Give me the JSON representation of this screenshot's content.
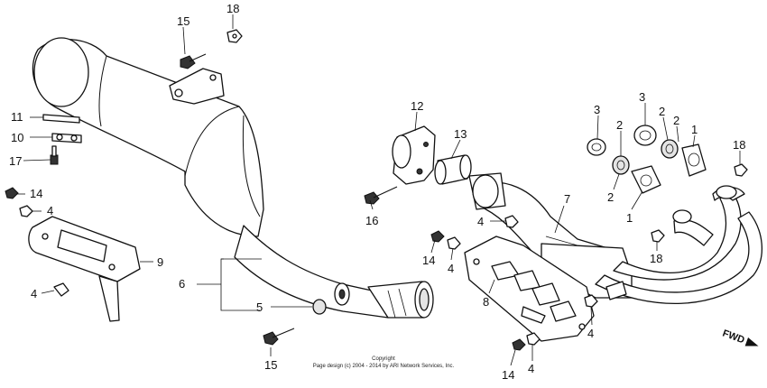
{
  "diagram": {
    "callouts": {
      "c15a": "15",
      "c18a": "18",
      "c11": "11",
      "c10": "10",
      "c17": "17",
      "c14a": "14",
      "c4a": "4",
      "c9": "9",
      "c4b": "4",
      "c6": "6",
      "c5": "5",
      "c15b": "15",
      "c12": "12",
      "c13": "13",
      "c16": "16",
      "c4c": "4",
      "c14b": "14",
      "c4d": "4",
      "c8": "8",
      "c7": "7",
      "c4e": "4",
      "c14c": "14",
      "c4f": "4",
      "c3a": "3",
      "c2a": "2",
      "c2b": "2",
      "c3b": "3",
      "c2c": "2",
      "c2d": "2",
      "c1a": "1",
      "c1b": "1",
      "c18b": "18",
      "c18c": "18"
    },
    "fwd_label": "FWD",
    "copyright_line1": "Copyright",
    "copyright_line2": "Page design (c) 2004 - 2014 by ARI Network Services, Inc."
  }
}
